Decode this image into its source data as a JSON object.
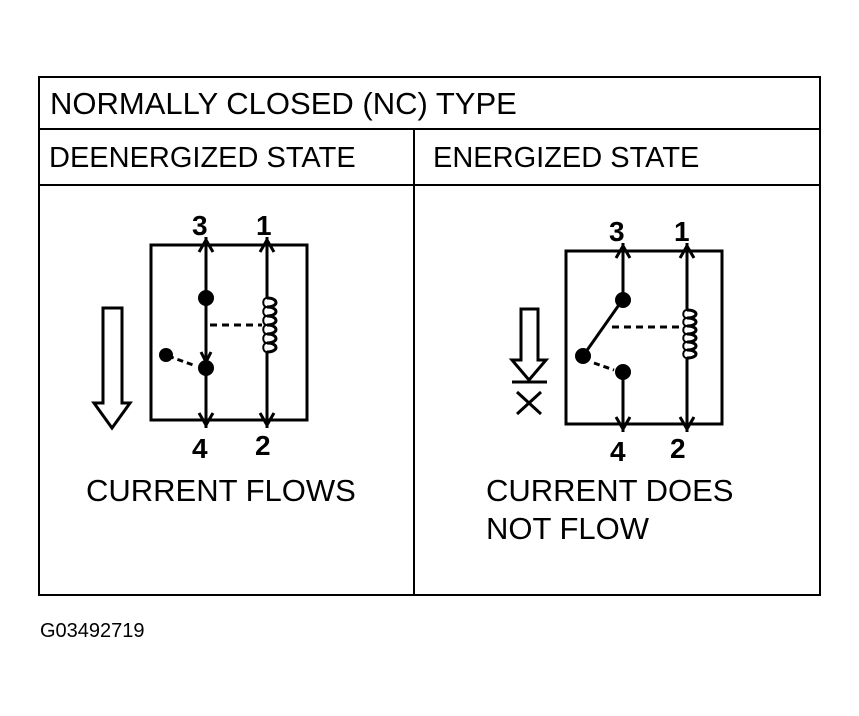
{
  "title": "NORMALLY CLOSED (NC) TYPE",
  "left_panel": {
    "header": "DEENERGIZED STATE",
    "terminals": [
      "3",
      "1",
      "4",
      "2"
    ],
    "caption": "CURRENT FLOWS"
  },
  "right_panel": {
    "header": "ENERGIZED STATE",
    "terminals": [
      "3",
      "1",
      "4",
      "2"
    ],
    "caption_line1": "CURRENT DOES",
    "caption_line2": "NOT FLOW"
  },
  "figure_code": "G03492719"
}
